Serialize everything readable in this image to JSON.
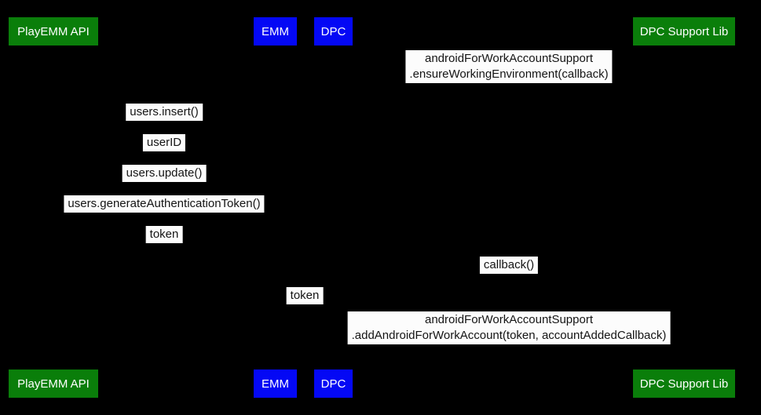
{
  "diagram": {
    "type": "sequence-diagram",
    "background_color": "#000000",
    "colors": {
      "actor_green": "#0a7e0a",
      "actor_blue": "#0408f5",
      "actor_text": "#ffffff",
      "message_label_bg": "#fcfcfc",
      "message_label_text": "#141414"
    },
    "actors": [
      {
        "id": "playemm-api",
        "label": "PlayEMM API",
        "color": "green"
      },
      {
        "id": "emm",
        "label": "EMM",
        "color": "blue"
      },
      {
        "id": "dpc",
        "label": "DPC",
        "color": "blue"
      },
      {
        "id": "dpc-support-lib",
        "label": "DPC Support Lib",
        "color": "green"
      }
    ],
    "messages": [
      {
        "line1": "androidForWorkAccountSupport",
        "line2": ".ensureWorkingEnvironment(callback)"
      },
      {
        "line1": "users.insert()"
      },
      {
        "line1": "userID"
      },
      {
        "line1": "users.update()"
      },
      {
        "line1": "users.generateAuthenticationToken()"
      },
      {
        "line1": "token"
      },
      {
        "line1": "callback()"
      },
      {
        "line1": "token"
      },
      {
        "line1": "androidForWorkAccountSupport",
        "line2": ".addAndroidForWorkAccount(token, accountAddedCallback)"
      }
    ]
  }
}
